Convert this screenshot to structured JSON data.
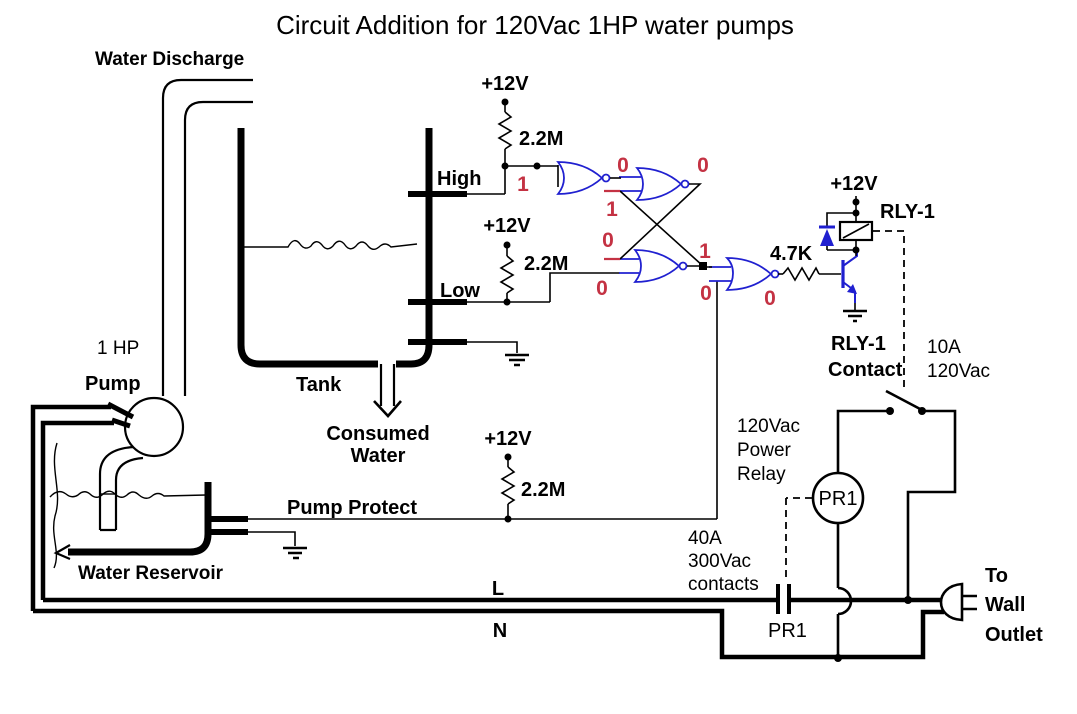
{
  "title": "Circuit Addition for 120Vac 1HP water pumps",
  "water_system": {
    "discharge_label": "Water Discharge",
    "tank_label": "Tank",
    "high_label": "High",
    "low_label": "Low",
    "consumed_line1": "Consumed",
    "consumed_line2": "Water",
    "pump_protect_label": "Pump Protect",
    "pump_hp_label": "1 HP",
    "pump_label": "Pump",
    "reservoir_label": "Water Reservoir"
  },
  "mains": {
    "live_label": "L",
    "neutral_label": "N"
  },
  "supply": {
    "v12_high": "+12V",
    "v12_low": "+12V",
    "v12_protect": "+12V",
    "v12_relay": "+12V"
  },
  "resistors": {
    "r_high": "2.2M",
    "r_low": "2.2M",
    "r_protect": "2.2M",
    "r_base": "4.7K"
  },
  "relay": {
    "name": "RLY-1",
    "contact_line1": "RLY-1",
    "contact_line2": "Contact",
    "rating_line1": "10A",
    "rating_line2": "120Vac"
  },
  "power_relay": {
    "desc_line1": "120Vac",
    "desc_line2": "Power",
    "desc_line3": "Relay",
    "coil_label": "PR1",
    "contact_label": "PR1",
    "contacts_line1": "40A",
    "contacts_line2": "300Vac",
    "contacts_line3": "contacts"
  },
  "outlet": {
    "line1": "To",
    "line2": "Wall",
    "line3": "Outlet"
  },
  "logic_states": {
    "high_in": "1",
    "g1_out": "0",
    "g2_out": "0",
    "g2_feedback": "1",
    "g3_feedback": "0",
    "g3_out": "1",
    "low_in": "0",
    "g4_in": "0",
    "g4_out": "0"
  },
  "colors": {
    "gate_blue": "#2020d0",
    "state_red": "#c43243",
    "wire_black": "#000000"
  }
}
